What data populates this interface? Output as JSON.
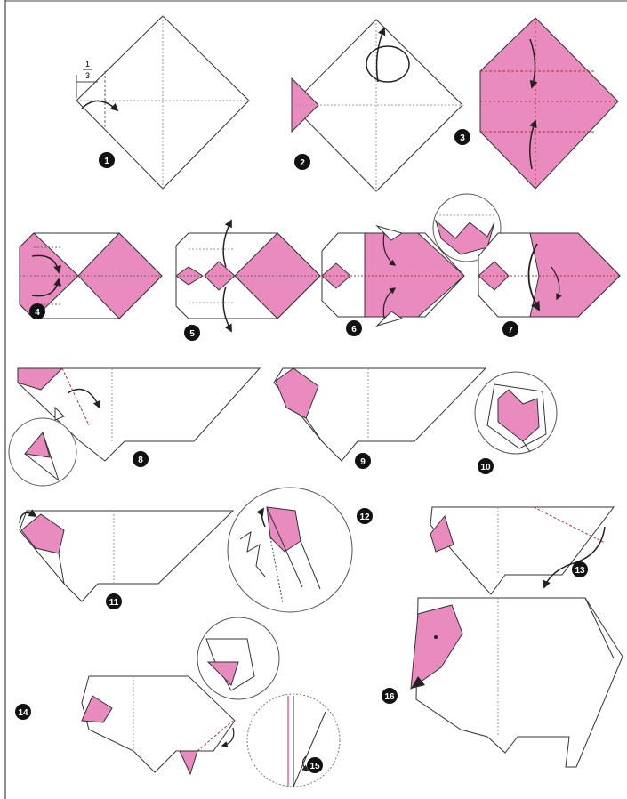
{
  "colors": {
    "paper": "#ffffff",
    "pink": "#e98bbf",
    "pink_dark": "#d2609f",
    "line": "#333333",
    "fold": "#999999",
    "badge": "#111111"
  },
  "fraction": {
    "numerator": "1",
    "denominator": "3"
  },
  "steps": [
    {
      "label": "1"
    },
    {
      "label": "2"
    },
    {
      "label": "3"
    },
    {
      "label": "4"
    },
    {
      "label": "5"
    },
    {
      "label": "6"
    },
    {
      "label": "7"
    },
    {
      "label": "8"
    },
    {
      "label": "9"
    },
    {
      "label": "10"
    },
    {
      "label": "11"
    },
    {
      "label": "12"
    },
    {
      "label": "13"
    },
    {
      "label": "14"
    },
    {
      "label": "15"
    },
    {
      "label": "16"
    }
  ]
}
